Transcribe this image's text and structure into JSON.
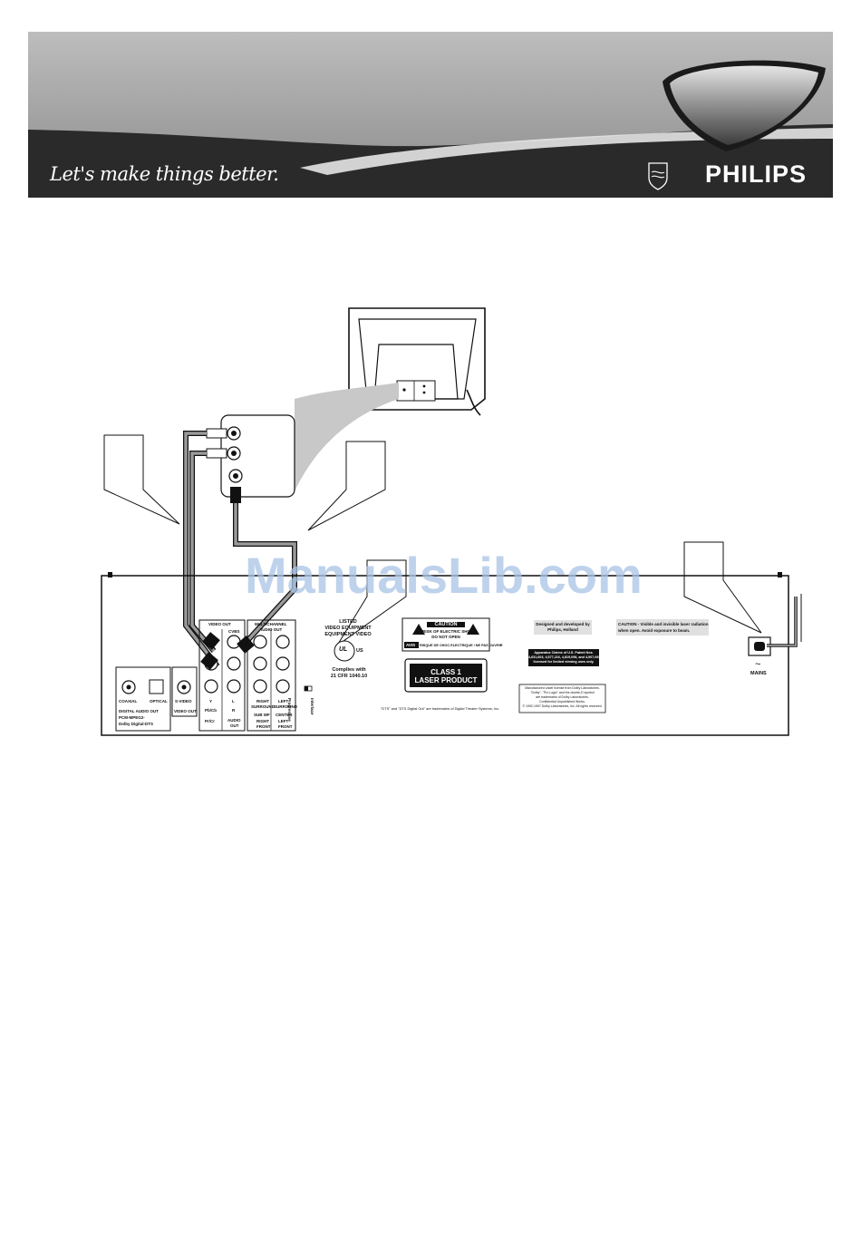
{
  "header": {
    "tagline": "Let's make things better.",
    "brand": "PHILIPS"
  },
  "watermark": "ManualsLib.com",
  "panel": {
    "digital_audio": {
      "coaxial": "COAXIAL",
      "optical": "OPTICAL",
      "title": "DIGITAL AUDIO OUT",
      "line2": "PCM-MPEG2-",
      "line3": "Dolby Digital-DTS"
    },
    "svideo": {
      "label": "S-VIDEO",
      "out": "VIDEO OUT"
    },
    "video_out": {
      "title": "VIDEO OUT",
      "cvbs": "CVBS",
      "y": "Y",
      "pb": "Pb/Cb",
      "pr": "Pr/Cr"
    },
    "audio_out": {
      "l": "L",
      "r": "R",
      "title": "AUDIO",
      "title2": "OUT"
    },
    "multichannel": {
      "title": "MULTICHANNEL",
      "title2": "AUDIO OUT",
      "right_surround": "RIGHT",
      "right_surround2": "SURROUND",
      "left_surround": "LEFT",
      "left_surround2": "SURROUND",
      "sub_wf": "SUB WF",
      "center": "CENTER",
      "right_front": "RIGHT",
      "right_front2": "FRONT",
      "left_front": "LEFT",
      "left_front2": "FRONT"
    },
    "switch": {
      "progressive": "Progressive",
      "interlace": "Interlace"
    },
    "listed": {
      "l1": "LISTED",
      "l2": "VIDEO EQUIPMENT",
      "l3": "EQUIPMENT VIDEO",
      "ul": "UL",
      "us": "US",
      "c1": "Complies with",
      "c2": "21 CFR 1040.10"
    },
    "caution_box": {
      "title": "CAUTION",
      "l1": "RISK OF ELECTRIC SHOCK",
      "l2": "DO NOT OPEN",
      "avis": "AVIS",
      "avis_text": "RISQUE DE CHOC ELECTRIQUE / NE PAS OUVRIR"
    },
    "class1": {
      "l1": "CLASS 1",
      "l2": "LASER PRODUCT"
    },
    "dts_note": "\"DTS\" and \"DTS Digital Out\" are trademarks of Digital Theater Systems, Inc.",
    "designed": {
      "l1": "Designed and developed by",
      "l2": "Philips, Holland"
    },
    "patent": {
      "l1": "Apparatus Claims of U.S. Patent Nos.",
      "l2": "4,631,603, 4,577,216, 4,819,098, and 4,907,093",
      "l3": "licensed for limited viewing uses only."
    },
    "dolby": {
      "l1": "Manufactured under license from Dolby Laboratories.",
      "l2": "\"Dolby\", \"Pro Logic\" and the double-D symbol",
      "l3": "are trademarks of Dolby Laboratories.",
      "l4": "Confidential Unpublished Works.",
      "l5": "© 1992-1997 Dolby Laboratories, Inc. All rights reserved."
    },
    "laser_caution": {
      "l1": "CAUTION - Visible and invisible laser radiation",
      "l2": "when open. Avoid exposure to beam."
    },
    "mains": {
      "symbol": "~",
      "label": "MAINS"
    }
  }
}
